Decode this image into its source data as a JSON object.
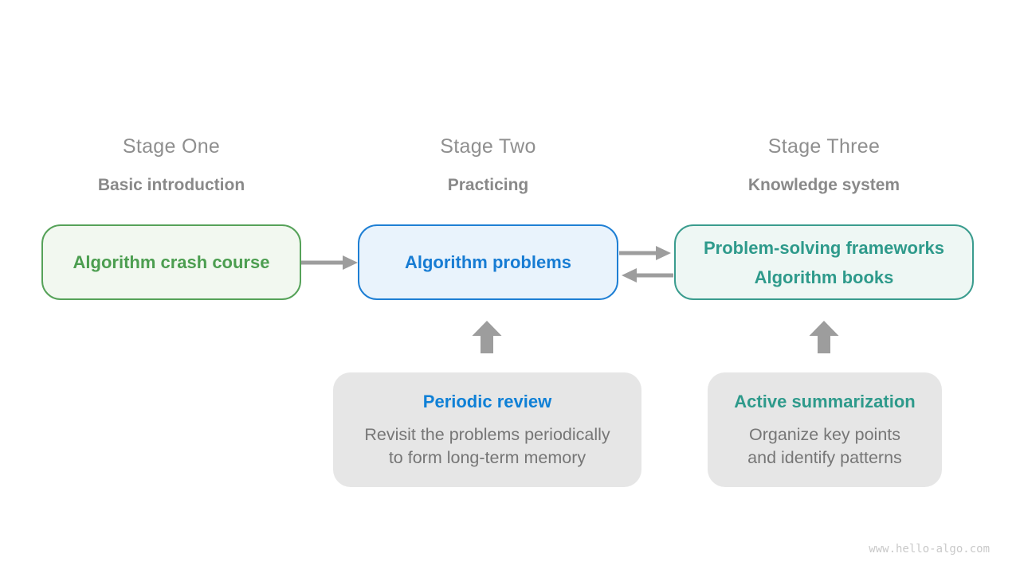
{
  "heading_color": "#8f8f8f",
  "subtitle_color": "#898989",
  "arrow_color": "#9d9d9d",
  "stages": [
    {
      "heading": "Stage One",
      "subtitle": "Basic introduction",
      "box": {
        "line1": "Algorithm crash course"
      },
      "colors": {
        "text": "#4c9e50",
        "border": "#56a259",
        "background": "#f2f8f0"
      }
    },
    {
      "heading": "Stage Two",
      "subtitle": "Practicing",
      "box": {
        "line1": "Algorithm problems"
      },
      "colors": {
        "text": "#177cd3",
        "border": "#1e7fd4",
        "background": "#e9f3fc"
      }
    },
    {
      "heading": "Stage Three",
      "subtitle": "Knowledge system",
      "box": {
        "line1": "Problem-solving frameworks",
        "line2": "Algorithm books"
      },
      "colors": {
        "text": "#2e9a8b",
        "border": "#3a9c8e",
        "background": "#eef7f4"
      }
    }
  ],
  "notes": [
    {
      "title": "Periodic review",
      "line1": "Revisit the problems periodically",
      "line2": "to form long-term memory",
      "colors": {
        "title": "#0f80d6",
        "body": "#767676",
        "background": "#e6e6e6"
      }
    },
    {
      "title": "Active summarization",
      "line1": "Organize key points",
      "line2": "and identify patterns",
      "colors": {
        "title": "#2e9a8b",
        "body": "#767676",
        "background": "#e6e6e6"
      }
    }
  ],
  "watermark": {
    "text": "www.hello-algo.com",
    "color": "#c9c9c9"
  }
}
